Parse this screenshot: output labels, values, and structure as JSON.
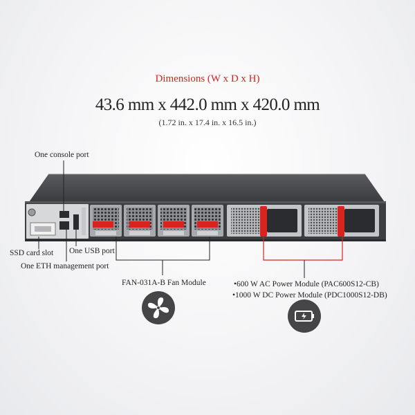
{
  "dimensions": {
    "heading": "Dimensions (W x D x H)",
    "metric": "43.6 mm x 442.0 mm x 420.0 mm",
    "imperial": "(1.72 in. x 17.4 in. x 16.5 in.)"
  },
  "callouts": {
    "console_port": "One console port",
    "ssd_slot": "SSD card slot",
    "usb_port": "One USB port",
    "eth_mgmt": "One ETH management port",
    "fan_module": "FAN-031A-B Fan Module",
    "power_ac": "•600 W AC Power Module (PAC600S12-CB)",
    "power_dc": "•1000 W DC Power Module (PDC1000S12-DB)"
  },
  "icons": {
    "fan": "fan-icon",
    "battery": "battery-icon"
  },
  "colors": {
    "heading": "#d9231f",
    "power_leader": "#d9231f",
    "chassis": "#3c3d40",
    "icon_bg": "#454548"
  }
}
